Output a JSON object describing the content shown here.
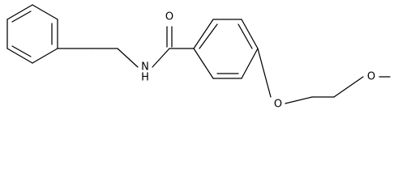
{
  "molecule": {
    "atom_labels": {
      "amide_oxygen": "O",
      "amide_nitrogen": "N",
      "amide_hydrogen": "H",
      "ether_oxygen_1": "O",
      "ether_oxygen_2": "O"
    }
  }
}
